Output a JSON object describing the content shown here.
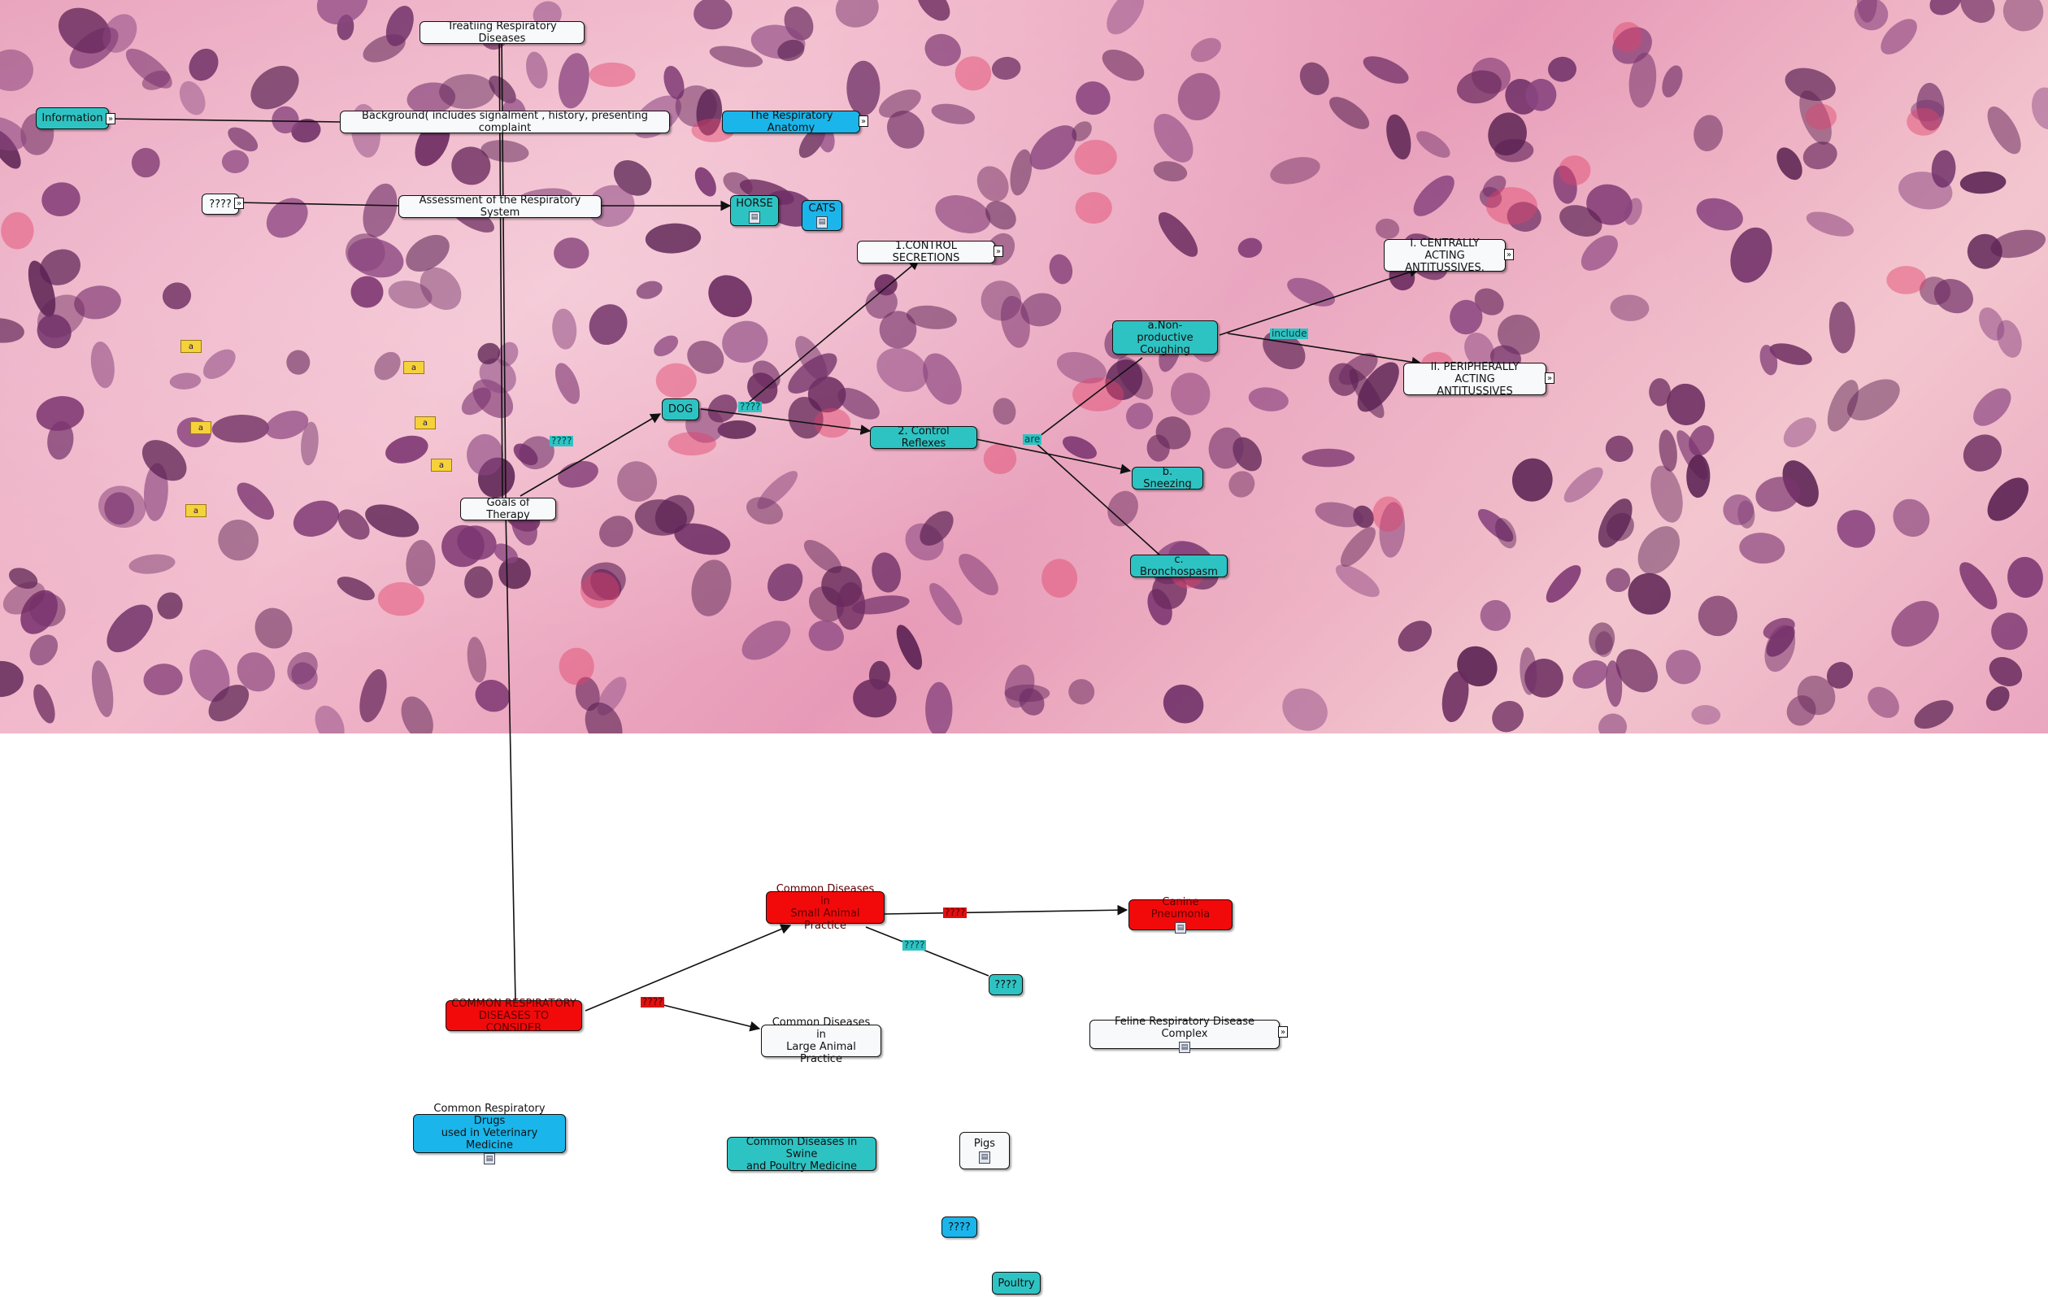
{
  "colors": {
    "white_node": "#f7f9fb",
    "teal_node": "#2ec3c3",
    "blue_node": "#1ab5ea",
    "red_node": "#f20a0a",
    "edge": "#111111"
  },
  "background": {
    "name": "histology-tissue-image"
  },
  "nodes": {
    "treating": "Treatiing Respiratory Diseases",
    "information": "Information",
    "background_node": "Background( includes signalment , history, presenting complaint",
    "respiratory_anatomy": "The Respiratory Anatomy",
    "unknown_left": "????",
    "assessment": "Assessment of the Respiratory System",
    "horse": "HORSE",
    "cats": "CATS",
    "control_secretions": "1.CONTROL SECRETIONS",
    "centrally_acting": "I. CENTRALLY ACTING\nANTITUSSIVES.",
    "non_productive": "a.Non- productive\nCoughing",
    "peripherally_acting": "II. PERIPHERALLY ACTING\nANTITUSSIVES",
    "dog": "DOG",
    "control_reflexes": "2. Control Reflexes",
    "sneezing": "b. Sneezing",
    "bronchospasm": "c. Bronchospasm",
    "goals": "Goals of Therapy",
    "common_small": "Common Diseases in\nSmall Animal Practice",
    "canine_pneumonia": "Canine Pneumonia",
    "unknown_teal": "????",
    "common_respiratory": "COMMON RESPIRATORY\nDISEASES TO CONSIDER",
    "common_large": "Common Diseases in\nLarge Animal Practice",
    "feline_complex": "Feline Respiratory Disease Complex",
    "drugs": "Common Respiratory Drugs\nused in Veterinary Medicine",
    "swine_poultry": "Common Diseases in Swine\nand Poultry Medicine",
    "pigs": "Pigs",
    "unknown_blue": "????",
    "poultry": "Poultry"
  },
  "link_labels": {
    "dog_link": "????",
    "goals_link": "????",
    "include": "include",
    "are": "are",
    "red_link_1": "????",
    "teal_link": "????",
    "red_link_2": "????"
  },
  "icons": {
    "document": "document-icon",
    "expand": "expand-arrows-icon",
    "note": "annotation-note-icon"
  },
  "note_text": "a"
}
